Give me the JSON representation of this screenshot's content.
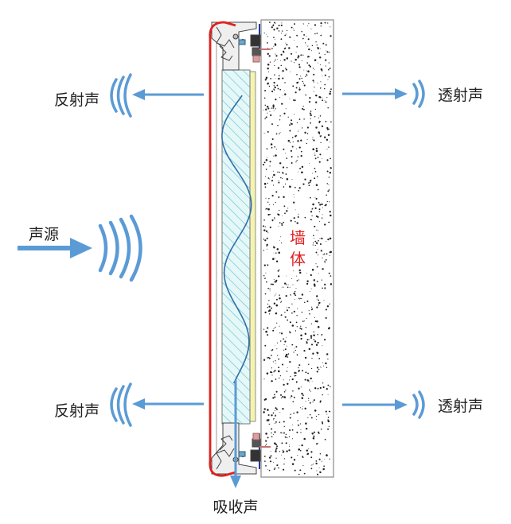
{
  "labels": {
    "reflected": "反射声",
    "transmitted": "透射声",
    "source": "声源",
    "absorbed": "吸收声",
    "wall_line1": "墙",
    "wall_line2": "体"
  },
  "colors": {
    "arrow": "#5b9bd5",
    "frame_outline": "#e02020",
    "wall_label": "#e02020",
    "hatch": "#5bc8d8",
    "panel_fill": "#e6f7f8",
    "backing_strip": "#f4f4b0",
    "sine_wave": "#2f6fa8",
    "concrete_speckle": "#222222",
    "mount_blue": "#1a3aa8"
  },
  "icons": [
    "sound-wave-arcs-icon",
    "arrow-left-icon",
    "arrow-right-icon",
    "arrow-down-icon"
  ]
}
